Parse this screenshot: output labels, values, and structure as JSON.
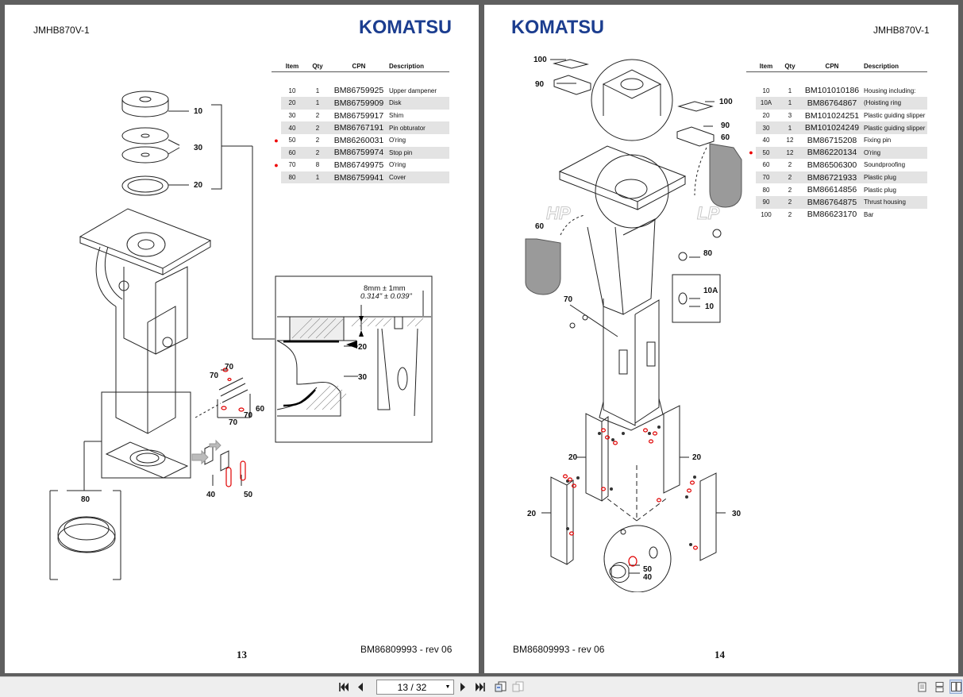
{
  "pages": [
    {
      "doc_id": "JMHB870V-1",
      "brand": "KOMATSU",
      "page_number": "13",
      "revision": "BM86809993 - rev 06",
      "table": {
        "headers": [
          "Item",
          "Qty",
          "CPN",
          "Description"
        ],
        "rows": [
          {
            "item": "10",
            "qty": "1",
            "cpn": "BM86759925",
            "desc": "Upper dampener",
            "marked": false
          },
          {
            "item": "20",
            "qty": "1",
            "cpn": "BM86759909",
            "desc": "Disk",
            "marked": false
          },
          {
            "item": "30",
            "qty": "2",
            "cpn": "BM86759917",
            "desc": "Shim",
            "marked": false
          },
          {
            "item": "40",
            "qty": "2",
            "cpn": "BM86767191",
            "desc": "Pin obturator",
            "marked": false
          },
          {
            "item": "50",
            "qty": "2",
            "cpn": "BM86260031",
            "desc": "O'ring",
            "marked": true
          },
          {
            "item": "60",
            "qty": "2",
            "cpn": "BM86759974",
            "desc": "Stop pin",
            "marked": false
          },
          {
            "item": "70",
            "qty": "8",
            "cpn": "BM86749975",
            "desc": "O'ring",
            "marked": true
          },
          {
            "item": "80",
            "qty": "1",
            "cpn": "BM86759941",
            "desc": "Cover",
            "marked": false
          }
        ]
      },
      "callouts": [
        "10",
        "30",
        "20",
        "70",
        "70",
        "60",
        "70",
        "70",
        "40",
        "50",
        "80",
        "20",
        "30"
      ],
      "detail": {
        "dim_mm": "8mm ± 1mm",
        "dim_in": "0.314\" ± 0.039\""
      }
    },
    {
      "doc_id": "JMHB870V-1",
      "brand": "KOMATSU",
      "page_number": "14",
      "revision": "BM86809993 - rev 06",
      "table": {
        "headers": [
          "Item",
          "Qty",
          "CPN",
          "Description"
        ],
        "rows": [
          {
            "item": "10",
            "qty": "1",
            "cpn": "BM101010186",
            "desc": "Housing including:",
            "marked": false
          },
          {
            "item": "10A",
            "qty": "1",
            "cpn": "BM86764867",
            "desc": "  (Hoisting ring",
            "marked": false
          },
          {
            "item": "20",
            "qty": "3",
            "cpn": "BM101024251",
            "desc": "Plastic guiding slipper",
            "marked": false
          },
          {
            "item": "30",
            "qty": "1",
            "cpn": "BM101024249",
            "desc": "Plastic guiding slipper",
            "marked": false
          },
          {
            "item": "40",
            "qty": "12",
            "cpn": "BM86715208",
            "desc": "Fixing pin",
            "marked": false
          },
          {
            "item": "50",
            "qty": "12",
            "cpn": "BM86220134",
            "desc": "O'ring",
            "marked": true
          },
          {
            "item": "60",
            "qty": "2",
            "cpn": "BM86506300",
            "desc": "Soundproofing",
            "marked": false
          },
          {
            "item": "70",
            "qty": "2",
            "cpn": "BM86721933",
            "desc": "Plastic plug",
            "marked": false
          },
          {
            "item": "80",
            "qty": "2",
            "cpn": "BM86614856",
            "desc": "Plastic plug",
            "marked": false
          },
          {
            "item": "90",
            "qty": "2",
            "cpn": "BM86764875",
            "desc": "Thrust housing",
            "marked": false
          },
          {
            "item": "100",
            "qty": "2",
            "cpn": "BM86623170",
            "desc": "Bar",
            "marked": false
          }
        ]
      },
      "callouts": [
        "100",
        "90",
        "100",
        "90",
        "60",
        "60",
        "80",
        "10A",
        "10",
        "70",
        "20",
        "20",
        "20",
        "30",
        "50",
        "40"
      ],
      "watermarks": [
        "HP",
        "LP"
      ]
    }
  ],
  "toolbar": {
    "page_field": "13 / 32",
    "buttons": [
      "first-page",
      "prev-page",
      "next-page",
      "last-page",
      "prev-view",
      "next-view",
      "single-page",
      "continuous",
      "facing"
    ]
  },
  "colors": {
    "background": "#5f5f5f",
    "brand_blue": "#1b3d8f",
    "marker_red": "#e00000",
    "row_shade": "#e3e3e3"
  }
}
